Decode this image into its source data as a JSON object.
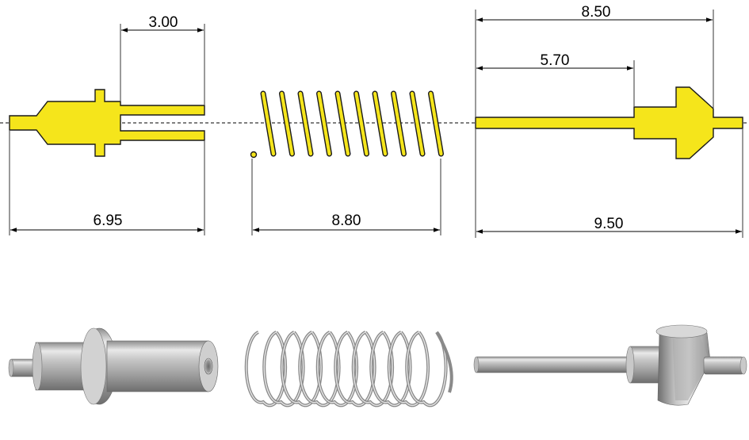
{
  "colors": {
    "part_fill": "#f5e51b",
    "outline": "#1a1a1a",
    "metal": "#b5b5b5"
  },
  "dimensions": {
    "socket_slot": "3.00",
    "socket_length": "6.95",
    "spring_length": "8.80",
    "plunger_to_tip": "8.50",
    "plunger_to_shoulder": "5.70",
    "plunger_length": "9.50"
  }
}
